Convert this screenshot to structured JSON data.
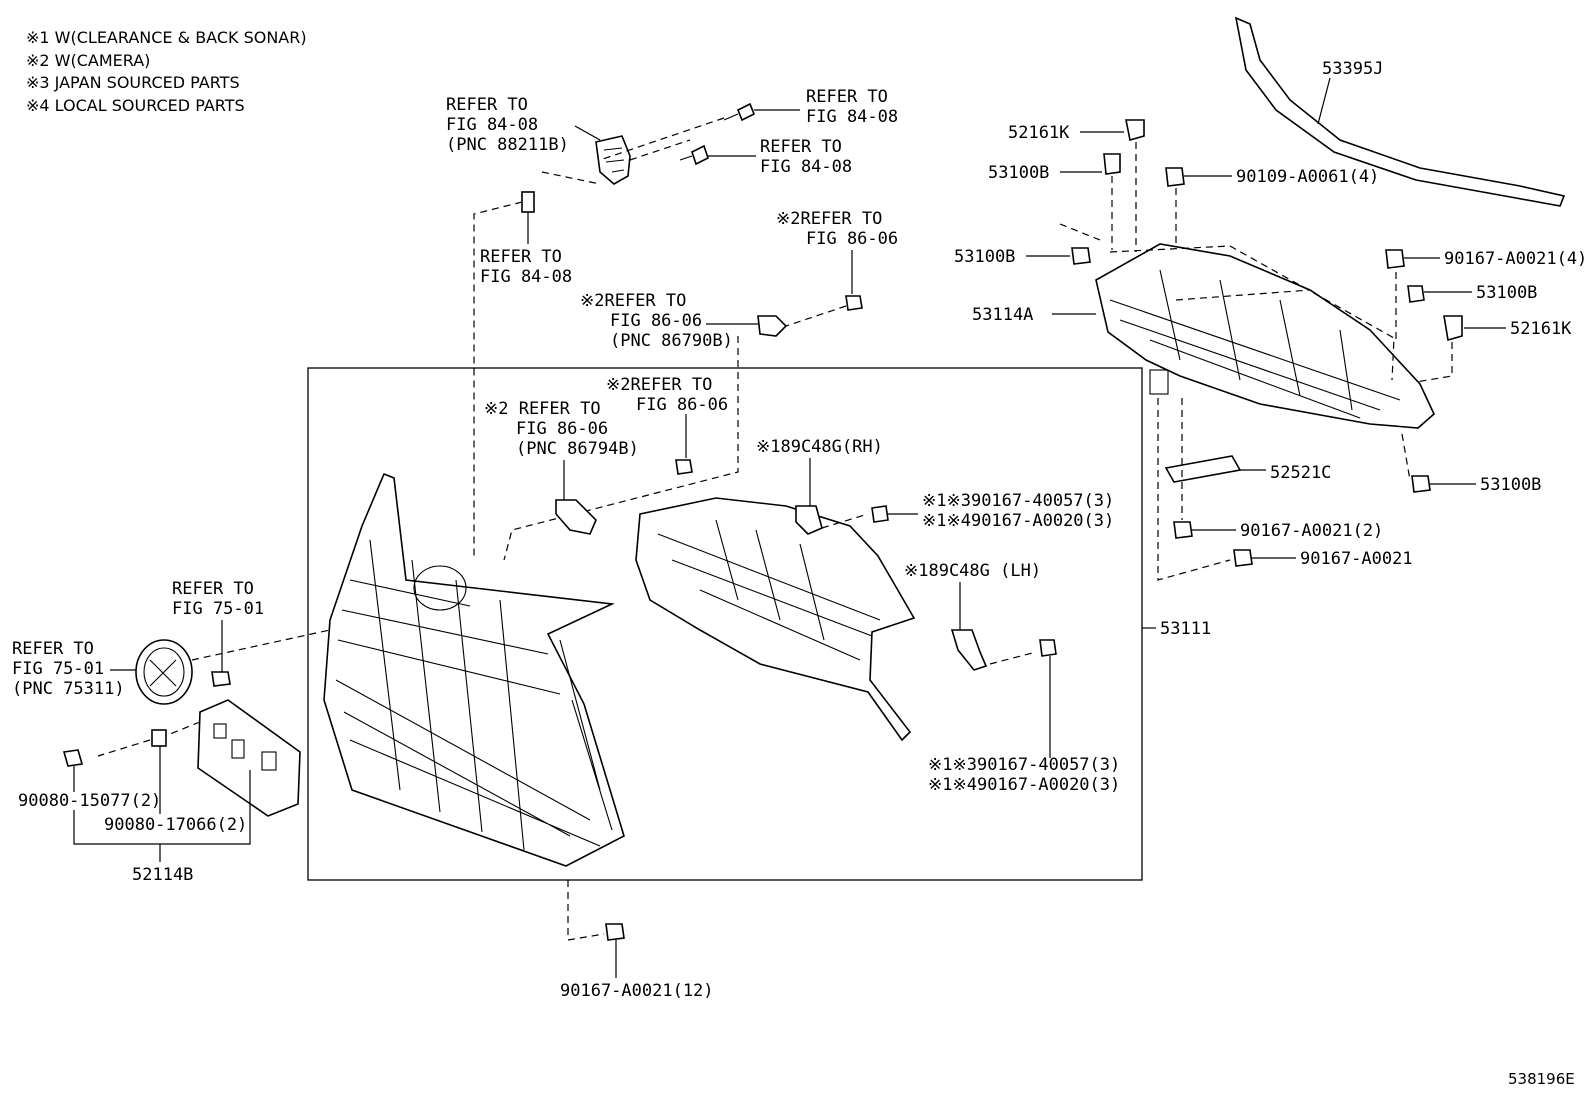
{
  "notes": [
    "※1 W(CLEARANCE & BACK SONAR)",
    "※2 W(CAMERA)",
    "※3 JAPAN SOURCED PARTS",
    "※4 LOCAL SOURCED PARTS"
  ],
  "refs": {
    "r1": [
      "REFER TO",
      "FIG 84-08",
      "(PNC 88211B)"
    ],
    "r2": [
      "REFER TO",
      "FIG 84-08"
    ],
    "r3": [
      "REFER TO",
      "FIG 84-08"
    ],
    "r4": [
      "REFER TO",
      "FIG 84-08"
    ],
    "r5": [
      "※2REFER TO",
      "FIG 86-06"
    ],
    "r6": [
      "※2REFER TO",
      "FIG 86-06",
      "(PNC 86790B)"
    ],
    "r7": [
      "※2REFER TO",
      "FIG 86-06"
    ],
    "r8": [
      "※2 REFER TO",
      "FIG 86-06",
      "(PNC 86794B)"
    ],
    "r9": [
      "REFER TO",
      "FIG 75-01"
    ],
    "r10": [
      "REFER TO",
      "FIG 75-01",
      "(PNC 75311)"
    ]
  },
  "parts": {
    "p53395J": "53395J",
    "p52161K_a": "52161K",
    "p53100B_a": "53100B",
    "p90109": "90109-A0061(4)",
    "p53100B_b": "53100B",
    "p90167_a4": "90167-A0021(4)",
    "p53114A": "53114A",
    "p53100B_c": "53100B",
    "p52161K_b": "52161K",
    "p52521C": "52521C",
    "p53100B_d": "53100B",
    "p90167_a2": "90167-A0021(2)",
    "p90167_a": "90167-A0021",
    "p89C48G_rh": "※189C48G(RH)",
    "p90167_40057_top": "※1※390167-40057(3)",
    "p90167_A0020_top": "※1※490167-A0020(3)",
    "p89C48G_lh": "※189C48G (LH)",
    "p53111": "53111",
    "p90167_40057_bot": "※1※390167-40057(3)",
    "p90167_A0020_bot": "※1※490167-A0020(3)",
    "p90080_15077": "90080-15077(2)",
    "p90080_17066": "90080-17066(2)",
    "p52114B": "52114B",
    "p90167_a12": "90167-A0021(12)"
  },
  "diagram_id": "538196E"
}
